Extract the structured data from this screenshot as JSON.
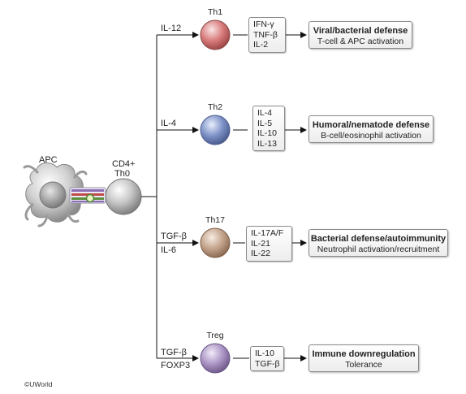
{
  "apc": {
    "label": "APC"
  },
  "naive": {
    "label_line1": "CD4+",
    "label_line2": "Th0"
  },
  "branches": [
    {
      "subset": "Th1",
      "inducers": [
        "IL-12"
      ],
      "cytokines": [
        "IFN-γ",
        "TNF-β",
        "IL-2"
      ],
      "outcome_title": "Viral/bacterial defense",
      "outcome_sub": "T-cell & APC activation",
      "color": "#d97c7c"
    },
    {
      "subset": "Th2",
      "inducers": [
        "IL-4"
      ],
      "cytokines": [
        "IL-4",
        "IL-5",
        "IL-10",
        "IL-13"
      ],
      "outcome_title": "Humoral/nematode defense",
      "outcome_sub": "B-cell/eosinophil activation",
      "color": "#7f93c8"
    },
    {
      "subset": "Th17",
      "inducers": [
        "TGF-β",
        "IL-6"
      ],
      "cytokines": [
        "IL-17A/F",
        "IL-21",
        "IL-22"
      ],
      "outcome_title": "Bacterial defense/autoimmunity",
      "outcome_sub": "Neutrophil activation/recruitment",
      "color": "#c4a48c"
    },
    {
      "subset": "Treg",
      "inducers": [
        "TGF-β",
        "FOXP3"
      ],
      "cytokines": [
        "IL-10",
        "TGF-β"
      ],
      "outcome_title": "Immune downregulation",
      "outcome_sub": "Tolerance",
      "color": "#ad96c6"
    }
  ],
  "copyright": "©UWorld"
}
